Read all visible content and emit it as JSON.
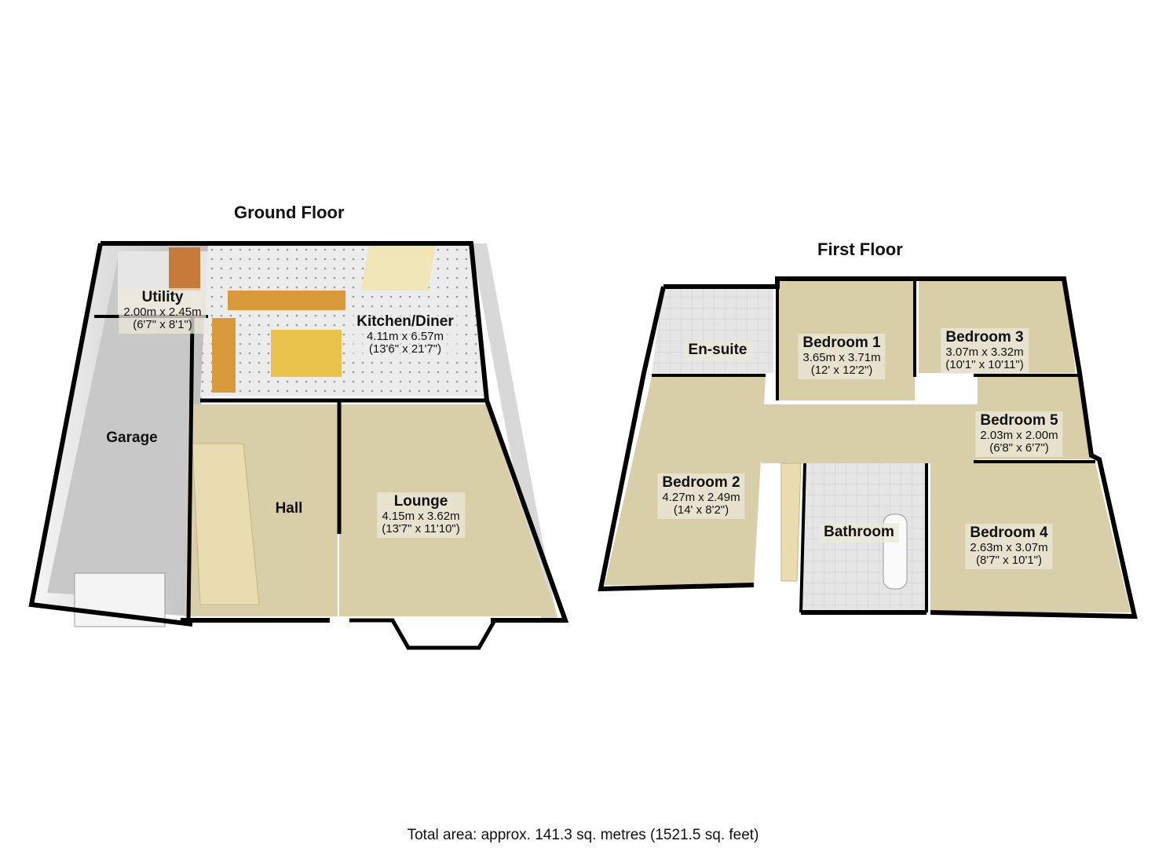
{
  "floors": {
    "ground": {
      "title": "Ground Floor",
      "rooms": [
        {
          "name": "Utility",
          "metric": "2.00m x 2.45m",
          "imperial": "(6'7\" x 8'1\")"
        },
        {
          "name": "Kitchen/Diner",
          "metric": "4.11m x 6.57m",
          "imperial": "(13'6\" x 21'7\")"
        },
        {
          "name": "Garage",
          "metric": "",
          "imperial": ""
        },
        {
          "name": "Hall",
          "metric": "",
          "imperial": ""
        },
        {
          "name": "Lounge",
          "metric": "4.15m x 3.62m",
          "imperial": "(13'7\" x 11'10\")"
        }
      ]
    },
    "first": {
      "title": "First Floor",
      "rooms": [
        {
          "name": "En-suite",
          "metric": "",
          "imperial": ""
        },
        {
          "name": "Bedroom 1",
          "metric": "3.65m x 3.71m",
          "imperial": "(12' x 12'2\")"
        },
        {
          "name": "Bedroom 3",
          "metric": "3.07m x 3.32m",
          "imperial": "(10'1\" x 10'11\")"
        },
        {
          "name": "Bedroom 5",
          "metric": "2.03m x 2.00m",
          "imperial": "(6'8\" x 6'7\")"
        },
        {
          "name": "Bedroom 2",
          "metric": "4.27m x 2.49m",
          "imperial": "(14' x 8'2\")"
        },
        {
          "name": "Bathroom",
          "metric": "",
          "imperial": ""
        },
        {
          "name": "Bedroom 4",
          "metric": "2.63m x 3.07m",
          "imperial": "(8'7\" x 10'1\")"
        }
      ]
    }
  },
  "footer": {
    "total_area": "Total area: approx. 141.3 sq. metres (1521.5 sq. feet)"
  },
  "colors": {
    "wall": "#000000",
    "floor_carpet": "#d8cfa8",
    "floor_tile": "#e9e9e9",
    "garage_floor": "#c9c9c9",
    "kitchen_unit": "#d99a3a",
    "island": "#e8c24a"
  }
}
